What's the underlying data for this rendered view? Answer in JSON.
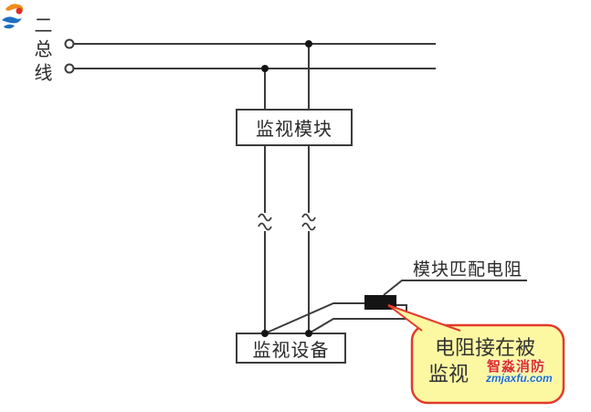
{
  "diagram": {
    "bus_label": "二总线",
    "module_box_label": "监视模块",
    "equipment_box_label": "监视设备",
    "resistor_label": "模块匹配电阻",
    "callout": {
      "line1": "电阻接在被",
      "line2": "监视"
    },
    "watermark": {
      "brand": "智淼消防",
      "domain": "zmjaxfu.com"
    }
  },
  "colors": {
    "wire": "#3b3b3b",
    "ink": "#2b2b2b",
    "resistor": "#141414",
    "callout_fill": "#FCF8A2",
    "callout_border": "#E23B2C",
    "brand_red": "#DD2F23",
    "brand_blue": "#1E6FC0",
    "logo_orange": "#F08A1D",
    "logo_blue": "#1E6FC0"
  }
}
